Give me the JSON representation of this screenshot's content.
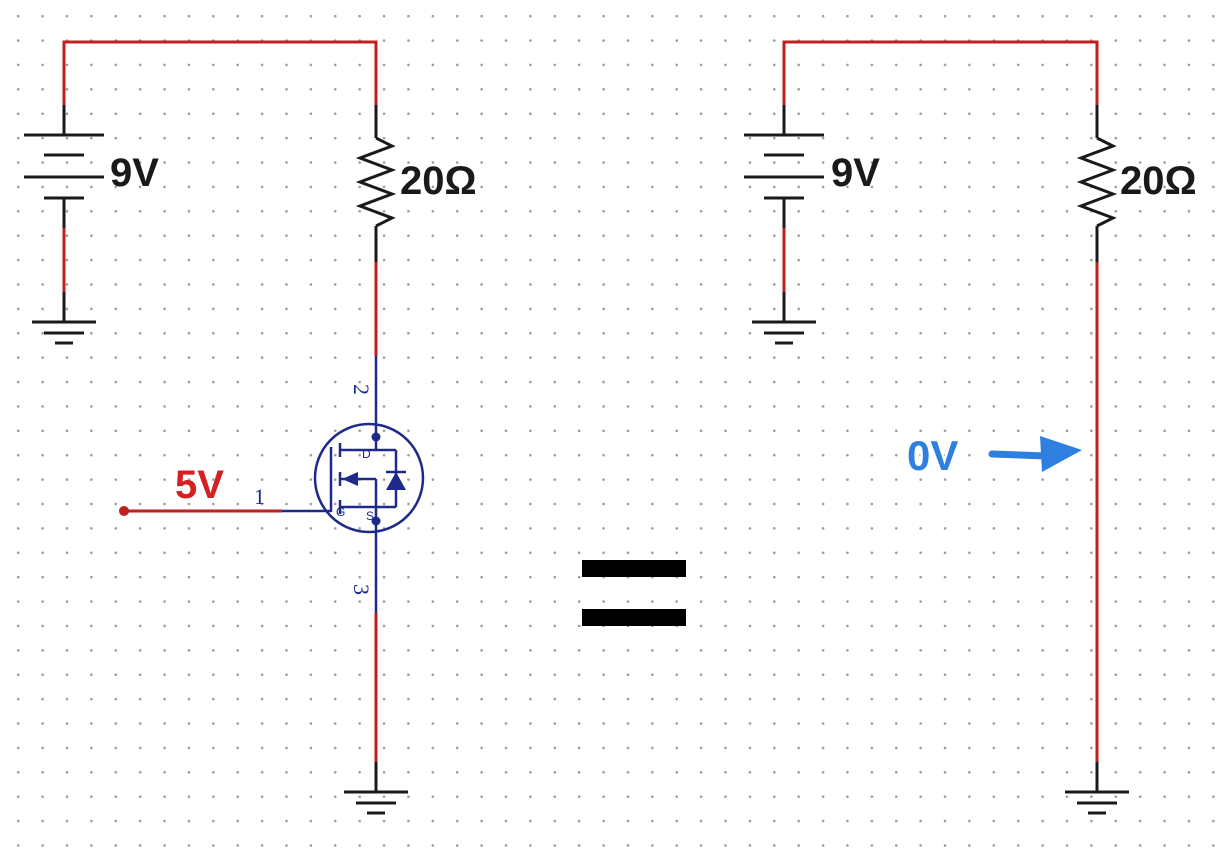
{
  "left_circuit": {
    "battery_label": "9V",
    "resistor_label": "20Ω",
    "gate_voltage_label": "5V",
    "pin_gate": "1",
    "pin_drain": "2",
    "pin_source": "3"
  },
  "right_circuit": {
    "battery_label": "9V",
    "resistor_label": "20Ω",
    "node_voltage_label": "0V"
  },
  "colors": {
    "wire": "#c01f1f",
    "transistor": "#1e2a8a",
    "component": "#1a1a1a",
    "annotation": "#2f7fe0",
    "gate_label": "#d42020"
  }
}
